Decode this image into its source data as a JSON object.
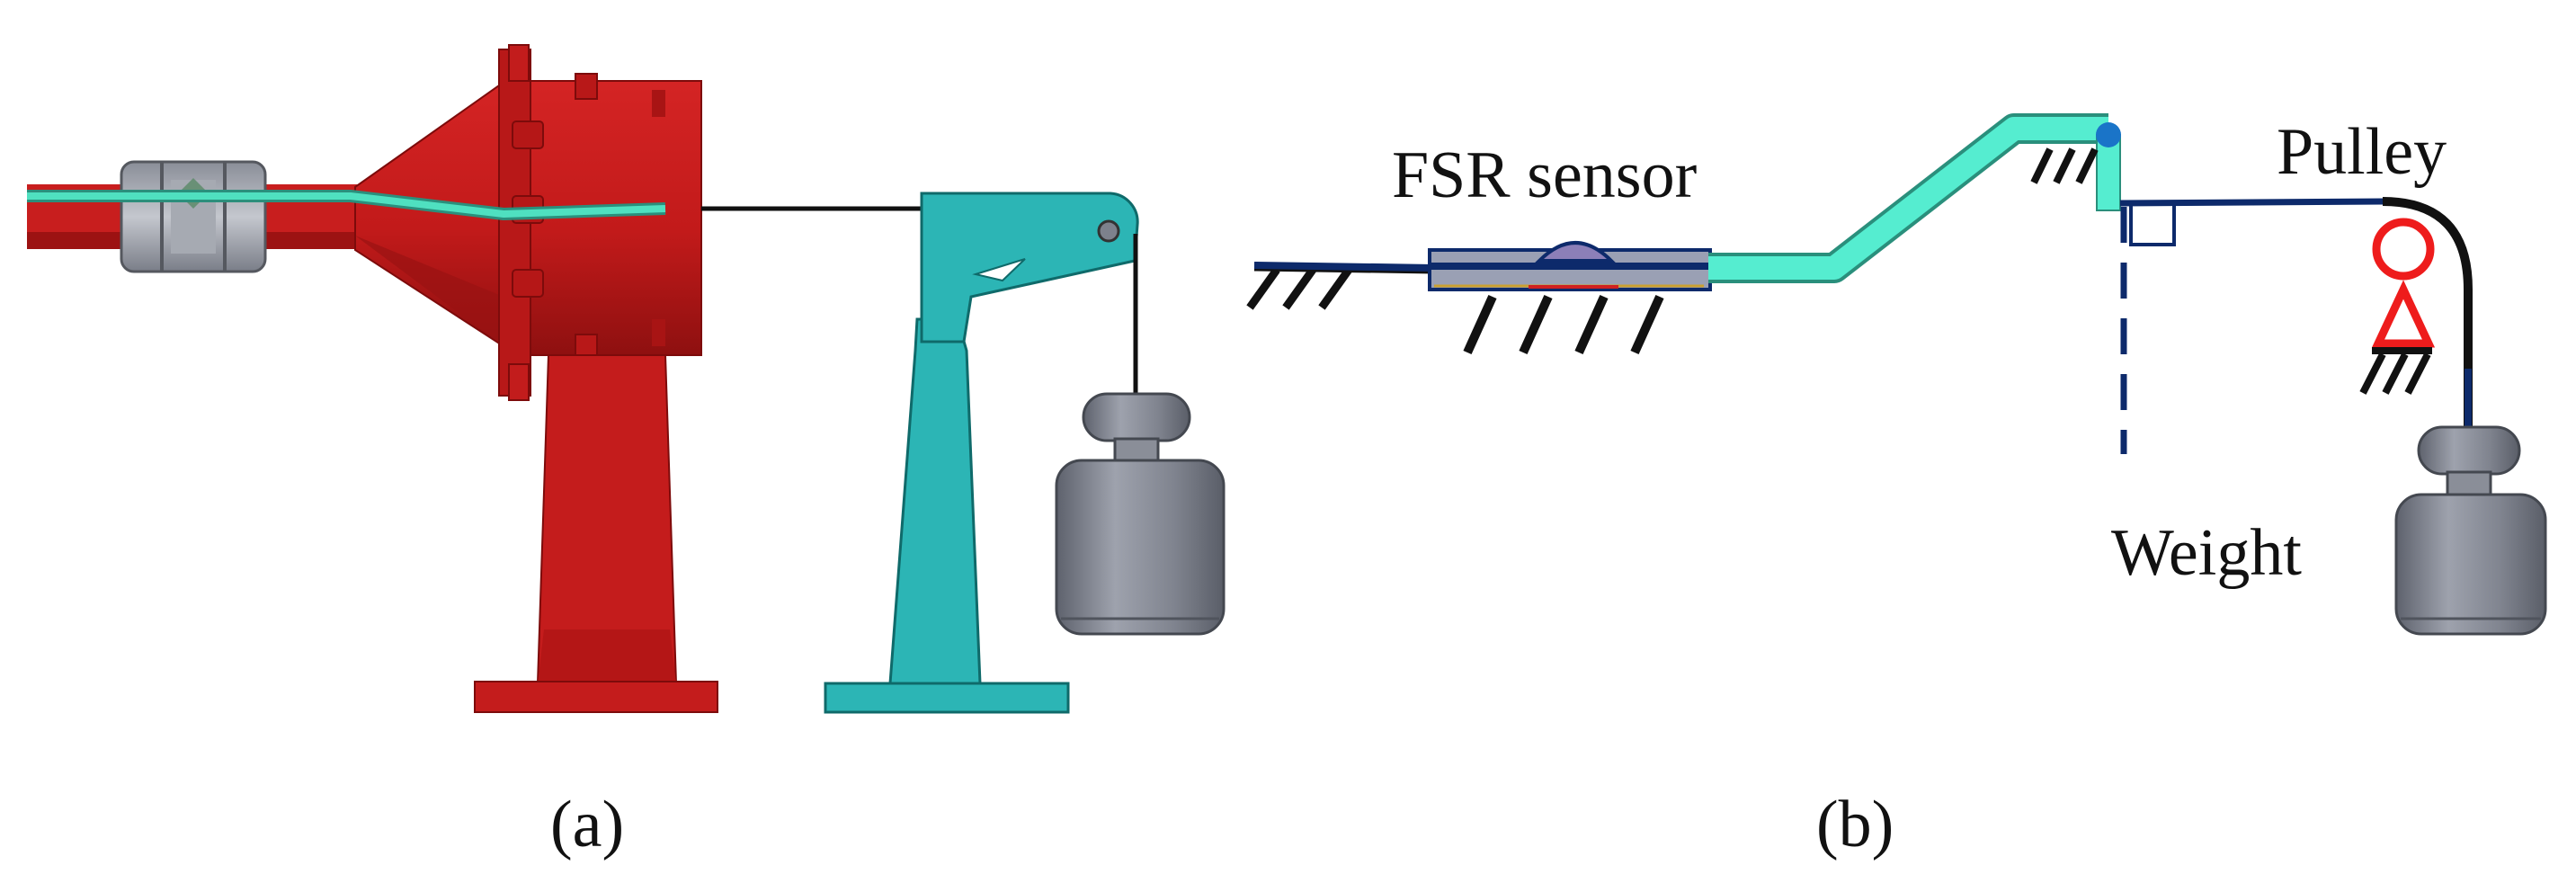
{
  "panels": {
    "a": {
      "caption": "(a)"
    },
    "b": {
      "caption": "(b)",
      "labels": {
        "sensor": "FSR sensor",
        "pulley": "Pulley",
        "weight": "Weight"
      }
    }
  },
  "colors": {
    "housing_red": "#c81e1e",
    "housing_dark_red": "#8e1010",
    "stand_teal": "#2cb5b5",
    "fiber_green": "#3fd6b4",
    "cable_navy": "#0d2a6b",
    "pulley_red": "#ee1c1c",
    "weight_gray": "#7d818c",
    "marker_blue": "#1a74c8"
  },
  "icons": [
    "weight-icon",
    "pulley-icon",
    "ground-hatch-icon",
    "fsr-sensor-icon",
    "coupling-icon"
  ]
}
